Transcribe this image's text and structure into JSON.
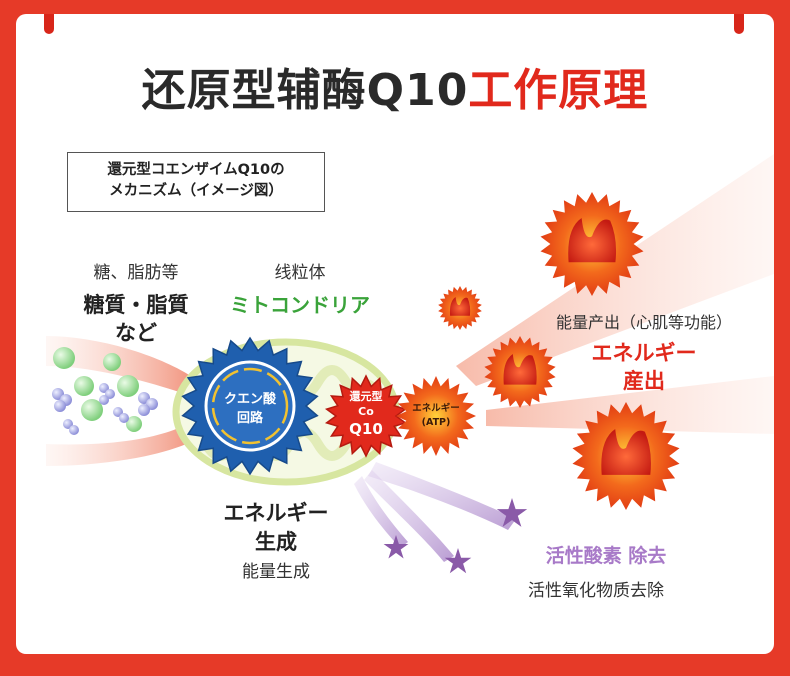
{
  "title": {
    "part1": "还原型辅酶Q10",
    "part2": "工作原理"
  },
  "jp_box": {
    "line1": "還元型コエンザイムQ10の",
    "line2": "メカニズム（イメージ図）"
  },
  "input": {
    "cn": "糖、脂肪等",
    "jp_line1": "糖質・脂質",
    "jp_line2": "など"
  },
  "mito": {
    "cn": "线粒体",
    "jp": "ミトコンドリア"
  },
  "cycle": {
    "line1": "クエン酸",
    "line2": "回路"
  },
  "coq10": {
    "line1": "還元型",
    "line2": "Co",
    "line3": "Q10"
  },
  "atp": {
    "line1": "エネルギー",
    "line2": "(ATP)"
  },
  "generation": {
    "jp_line1": "エネルギー",
    "jp_line2": "生成",
    "cn": "能量生成"
  },
  "output": {
    "cn": "能量产出（心肌等功能）",
    "jp_line1": "エネルギー",
    "jp_line2": "産出"
  },
  "antioxidant": {
    "jp": "活性酸素 除去",
    "cn": "活性氧化物质去除"
  },
  "colors": {
    "red": "#e1291c",
    "green": "#3aa33a",
    "blue": "#1f5fae",
    "purple": "#8a5aa8",
    "orange": "#f2621e",
    "text": "#2a2a2a"
  }
}
